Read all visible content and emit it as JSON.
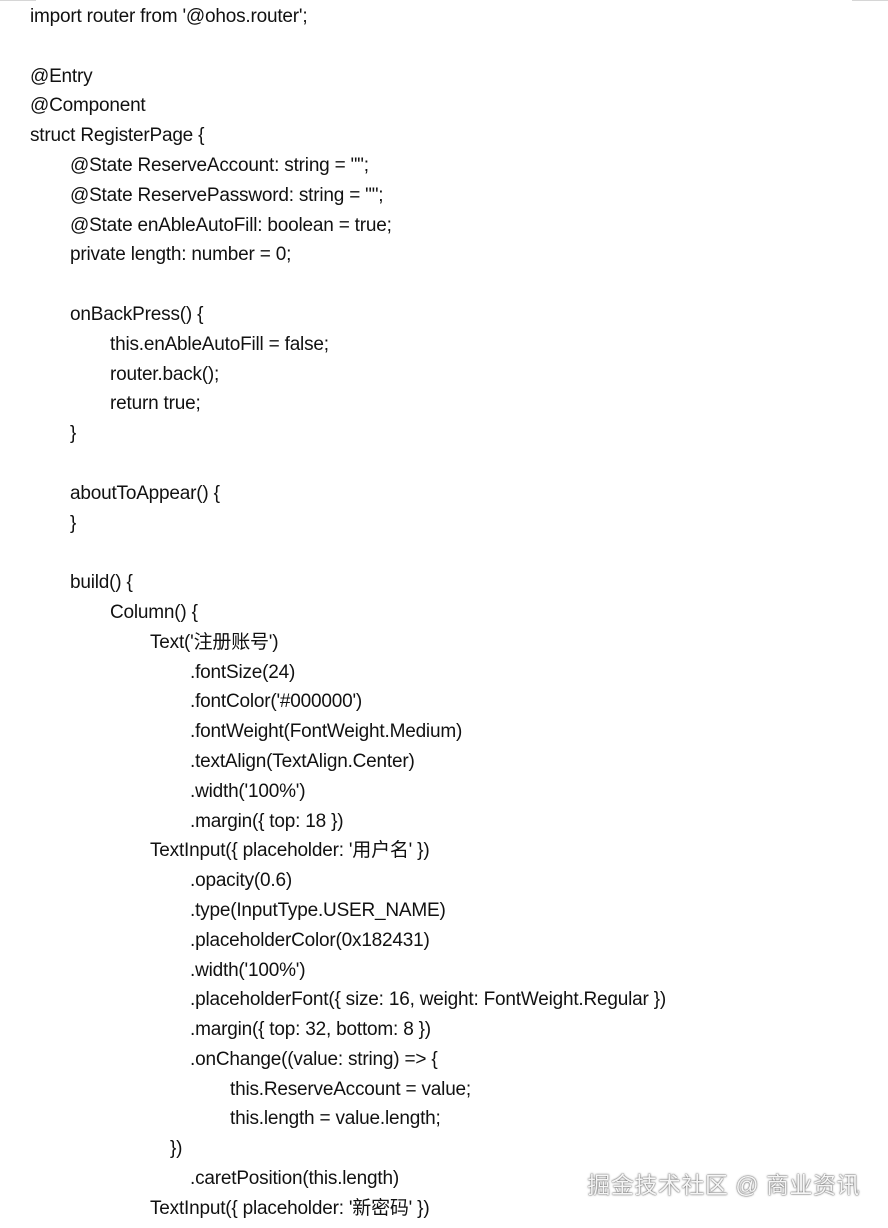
{
  "code_lines": [
    {
      "indent": 0,
      "text": "import router from '@ohos.router';"
    },
    {
      "indent": 0,
      "text": ""
    },
    {
      "indent": 0,
      "text": "@Entry"
    },
    {
      "indent": 0,
      "text": "@Component"
    },
    {
      "indent": 0,
      "text": "struct RegisterPage {"
    },
    {
      "indent": 1,
      "text": "@State ReserveAccount: string = \"\";"
    },
    {
      "indent": 1,
      "text": "@State ReservePassword: string = \"\";"
    },
    {
      "indent": 1,
      "text": "@State enAbleAutoFill: boolean = true;"
    },
    {
      "indent": 1,
      "text": "private length: number = 0;"
    },
    {
      "indent": 1,
      "text": ""
    },
    {
      "indent": 1,
      "text": "onBackPress() {"
    },
    {
      "indent": 2,
      "text": "this.enAbleAutoFill = false;"
    },
    {
      "indent": 2,
      "text": "router.back();"
    },
    {
      "indent": 2,
      "text": "return true;"
    },
    {
      "indent": 1,
      "text": "}"
    },
    {
      "indent": 1,
      "text": ""
    },
    {
      "indent": 1,
      "text": "aboutToAppear() {"
    },
    {
      "indent": 1,
      "text": "}"
    },
    {
      "indent": 1,
      "text": ""
    },
    {
      "indent": 1,
      "text": "build() {"
    },
    {
      "indent": 2,
      "text": "Column() {"
    },
    {
      "indent": 3,
      "text": "Text('注册账号')"
    },
    {
      "indent": 5,
      "text": ".fontSize(24)"
    },
    {
      "indent": 5,
      "text": ".fontColor('#000000')"
    },
    {
      "indent": 5,
      "text": ".fontWeight(FontWeight.Medium)"
    },
    {
      "indent": 5,
      "text": ".textAlign(TextAlign.Center)"
    },
    {
      "indent": 5,
      "text": ".width('100%')"
    },
    {
      "indent": 5,
      "text": ".margin({ top: 18 })"
    },
    {
      "indent": 3,
      "text": "TextInput({ placeholder: '用户名' })"
    },
    {
      "indent": 5,
      "text": ".opacity(0.6)"
    },
    {
      "indent": 5,
      "text": ".type(InputType.USER_NAME)"
    },
    {
      "indent": 5,
      "text": ".placeholderColor(0x182431)"
    },
    {
      "indent": 5,
      "text": ".width('100%')"
    },
    {
      "indent": 5,
      "text": ".placeholderFont({ size: 16, weight: FontWeight.Regular })"
    },
    {
      "indent": 5,
      "text": ".margin({ top: 32, bottom: 8 })"
    },
    {
      "indent": 5,
      "text": ".onChange((value: string) => {"
    },
    {
      "indent": 6,
      "text": "this.ReserveAccount = value;"
    },
    {
      "indent": 6,
      "text": "this.length = value.length;"
    },
    {
      "indent": 4,
      "text": "})"
    },
    {
      "indent": 5,
      "text": ".caretPosition(this.length)"
    },
    {
      "indent": 3,
      "text": "TextInput({ placeholder: '新密码' })"
    }
  ],
  "watermark": "掘金技术社区 @ 商业资讯"
}
